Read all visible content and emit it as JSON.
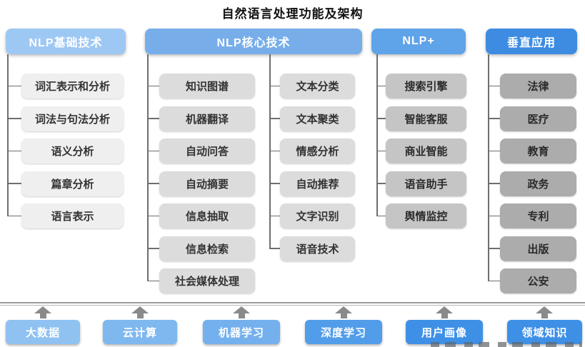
{
  "title": "自然语言处理功能及架构",
  "colors": {
    "header_basic": "#9EC8F4",
    "header_core": "#77AEEA",
    "header_plus": "#5FA3E8",
    "header_vertical": "#3D8CE2",
    "item_light": "#EFEFEF",
    "item_mid": "#DCDCDC",
    "item_dark": "#C5C5C5",
    "item_darker": "#ACACAC",
    "connector": "#6E6E6E",
    "arrow": "#8A8A8A"
  },
  "columns": {
    "basic": {
      "header": "NLP基础技术",
      "items": [
        "词汇表示和分析",
        "词法与句法分析",
        "语义分析",
        "篇章分析",
        "语言表示"
      ]
    },
    "core": {
      "header": "NLP核心技术",
      "left_items": [
        "知识图谱",
        "机器翻译",
        "自动问答",
        "自动摘要",
        "信息抽取",
        "信息检索",
        "社会媒体处理"
      ],
      "right_items": [
        "文本分类",
        "文本聚类",
        "情感分析",
        "自动推荐",
        "文字识别",
        "语音技术"
      ]
    },
    "plus": {
      "header": "NLP+",
      "items": [
        "搜索引擎",
        "智能客服",
        "商业智能",
        "语音助手",
        "舆情监控"
      ]
    },
    "vertical": {
      "header": "垂直应用",
      "items": [
        "法律",
        "医疗",
        "教育",
        "政务",
        "专利",
        "出版",
        "公安"
      ]
    }
  },
  "foundation": {
    "items": [
      {
        "label": "大数据",
        "color": "#8FC2F1"
      },
      {
        "label": "云计算",
        "color": "#7FB8EF"
      },
      {
        "label": "机器学习",
        "color": "#74B0ED"
      },
      {
        "label": "深度学习",
        "color": "#519DEA"
      },
      {
        "label": "用户画像",
        "color": "#3E90E6"
      },
      {
        "label": "领域知识",
        "color": "#3E90E6"
      }
    ]
  }
}
